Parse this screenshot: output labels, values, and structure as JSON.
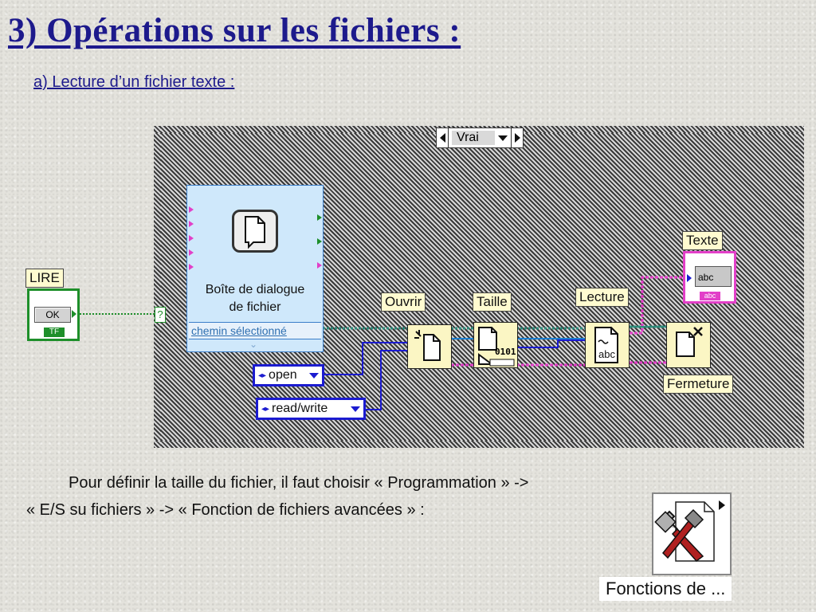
{
  "slide": {
    "title": "3) Opérations sur les fichiers :",
    "subtitle": "a) Lecture d’un fichier texte :"
  },
  "diagram": {
    "case_selector": "Vrai",
    "lire_label": "LIRE",
    "ok_button": "OK",
    "tf_tag": "TF",
    "question_terminal": "?",
    "dialog_title": "Boîte de dialogue de fichier",
    "dialog_line1": "Boîte de dialogue",
    "dialog_line2": "de fichier",
    "dialog_output": "chemin sélectionné",
    "ouvrir_label": "Ouvrir",
    "taille_label": "Taille",
    "taille_bits": "0101",
    "lecture_label": "Lecture",
    "lecture_abc": "abc",
    "fermeture_label": "Fermeture",
    "texte_label": "Texte",
    "texte_indicator": "abc",
    "texte_tag": "abc",
    "open_enum": "open",
    "readwrite_enum": "read/write"
  },
  "body_text": {
    "line1": "Pour définir la taille du fichier, il faut choisir « Programmation » ->",
    "line2": "« E/S su fichiers »   -> « Fonction de fichiers avancées » :"
  },
  "palette": {
    "label": "Fonctions de ..."
  },
  "colors": {
    "title": "#1d1a8c",
    "wire_path": "#2e8b7a",
    "wire_string": "#e23fc8",
    "wire_blue": "#1b1bd0",
    "bool_green": "#1e8f2a",
    "node_yellow": "#fbf6c4"
  }
}
